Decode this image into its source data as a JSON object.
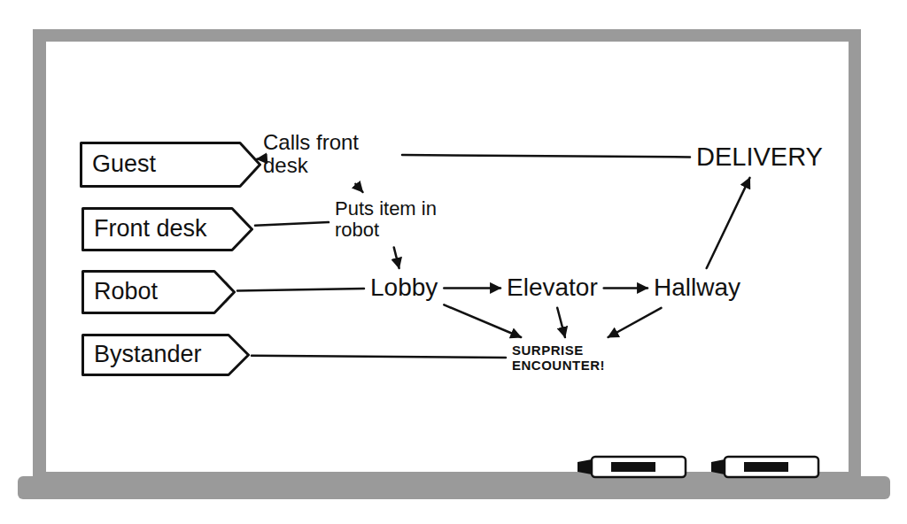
{
  "diagram": {
    "nodes": [
      {
        "text": [
          "Guest"
        ]
      },
      {
        "text": [
          "Front desk"
        ]
      },
      {
        "text": [
          "Robot"
        ]
      },
      {
        "text": [
          "Bystander"
        ]
      },
      {
        "text": [
          "Calls front desk"
        ]
      },
      {
        "text": [
          "Puts item in robot"
        ]
      },
      {
        "text": [
          "Lobby"
        ]
      },
      {
        "text": [
          "Elevator"
        ]
      },
      {
        "text": [
          "Hallway"
        ]
      },
      {
        "text": [
          "DELIVERY"
        ]
      },
      {
        "text": [
          "SURPRISE ENCOUNTER!"
        ]
      }
    ],
    "edges": [
      {
        "from": 0,
        "to": 4,
        "arrow": "to"
      },
      {
        "from": 4,
        "to": 9,
        "arrow": "none"
      },
      {
        "from": 4,
        "to": 5,
        "arrow": "to"
      },
      {
        "from": 1,
        "to": 5,
        "arrow": "none"
      },
      {
        "from": 5,
        "to": 6,
        "arrow": "to"
      },
      {
        "from": 2,
        "to": 6,
        "arrow": "none"
      },
      {
        "from": 6,
        "to": 7,
        "arrow": "to"
      },
      {
        "from": 7,
        "to": 8,
        "arrow": "to"
      },
      {
        "from": 8,
        "to": 9,
        "arrow": "to"
      },
      {
        "from": 6,
        "to": 10,
        "arrow": "to"
      },
      {
        "from": 7,
        "to": 10,
        "arrow": "to"
      },
      {
        "from": 8,
        "to": 10,
        "arrow": "to"
      },
      {
        "from": 3,
        "to": 10,
        "arrow": "none"
      }
    ]
  }
}
